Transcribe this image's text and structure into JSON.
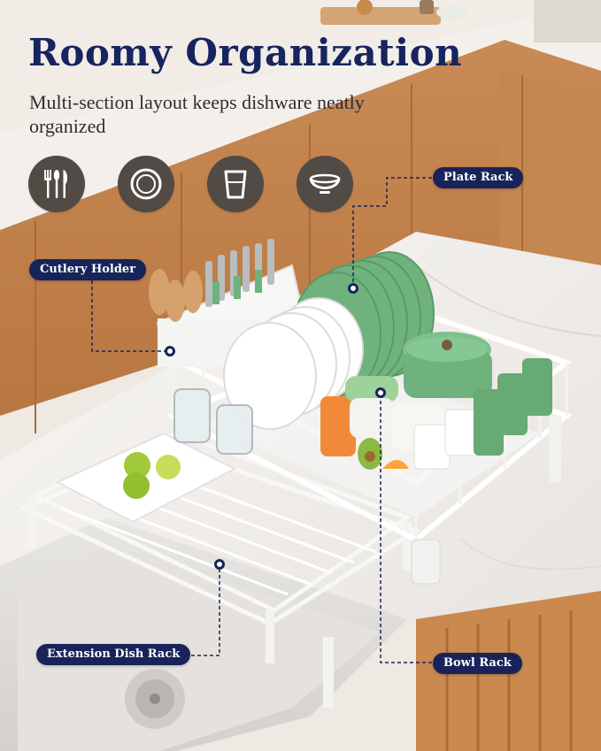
{
  "headline": {
    "title": "Roomy Organization",
    "subtitle": "Multi-section layout keeps dishware neatly organized"
  },
  "feature_icons": [
    "cutlery-icon",
    "plate-icon",
    "cup-icon",
    "bowl-icon"
  ],
  "callouts": {
    "plate_rack": "Plate Rack",
    "cutlery_holder": "Cutlery Holder",
    "extension_dish_rack": "Extension Dish Rack",
    "bowl_rack": "Bowl Rack"
  },
  "colors": {
    "title": "#17245f",
    "callout_background": "#182459",
    "icon_background": "#514a45",
    "plate_green": "#6fb27d",
    "rack_white": "#f4f4f2"
  }
}
